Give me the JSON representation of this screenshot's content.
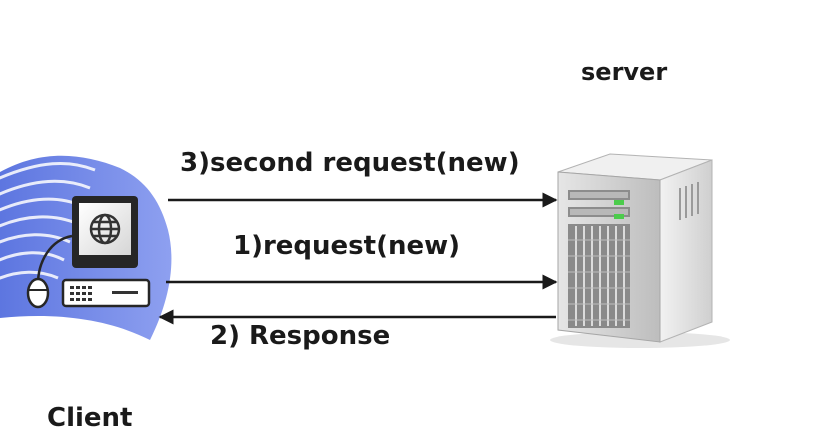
{
  "labels": {
    "server": "server",
    "client": "Client",
    "second_request": "3)second request(new)",
    "request": "1)request(new)",
    "response": "2) Response"
  },
  "colors": {
    "arrow": "#1a1a1a",
    "client_swoosh": "#6f86e6",
    "monitor_bezel": "#262626",
    "server_body": "#d9d9d9",
    "server_led": "#4ccc4c"
  },
  "icons": {
    "client": "desktop-computer-icon",
    "server": "server-tower-icon"
  }
}
